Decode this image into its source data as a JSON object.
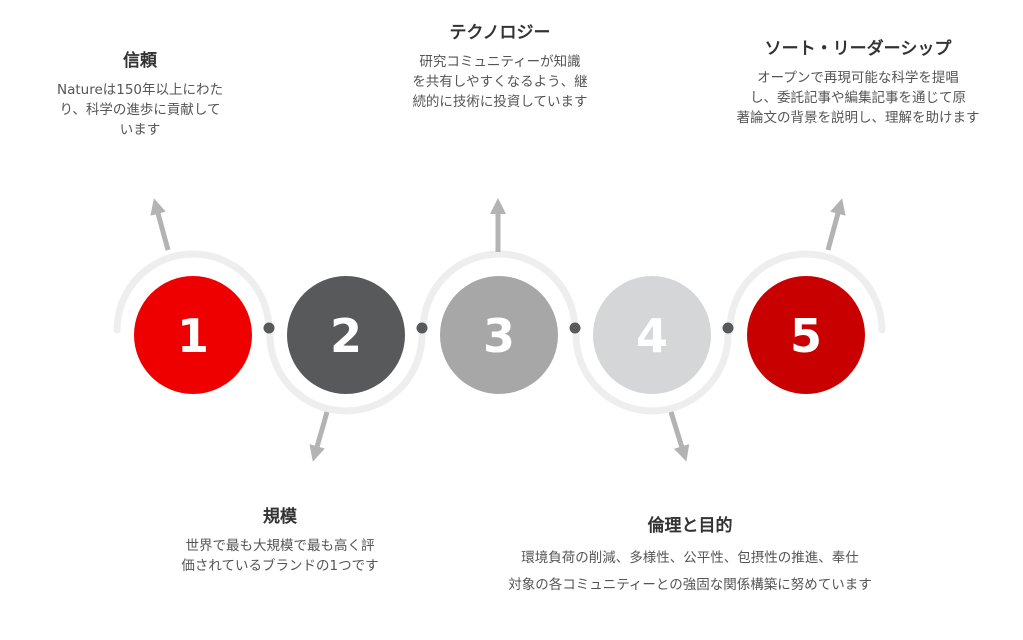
{
  "steps": [
    {
      "number": "1",
      "title": "信頼",
      "description": "Natureは150年以上にわた\nり、科学の進歩に貢献して\nいます",
      "color": "#ee0000"
    },
    {
      "number": "2",
      "title": "規模",
      "description": "世界で最も大規模で最も高く評\n価されているブランドの1つです",
      "color": "#58595b"
    },
    {
      "number": "3",
      "title": "テクノロジー",
      "description": "研究コミュニティーが知識\nを共有しやすくなるよう、継\n続的に技術に投資しています",
      "color": "#a7a7a7"
    },
    {
      "number": "4",
      "title": "倫理と目的",
      "description": "環境負荷の削減、多様性、公平性、包摂性の推進、奉仕\n対象の各コミュニティーとの強固な関係構築に努めています",
      "color": "#d4d6d7"
    },
    {
      "number": "5",
      "title": "ソート・リーダーシップ",
      "description": "オープンで再現可能な科学を提唱\nし、委託記事や編集記事を通じて原\n著論文の背景を説明し、理解を助けます",
      "color": "#c80000"
    }
  ],
  "colors": {
    "ring": "#eeeeee",
    "arrow": "#b3b3b3",
    "dot": "#58595b"
  }
}
